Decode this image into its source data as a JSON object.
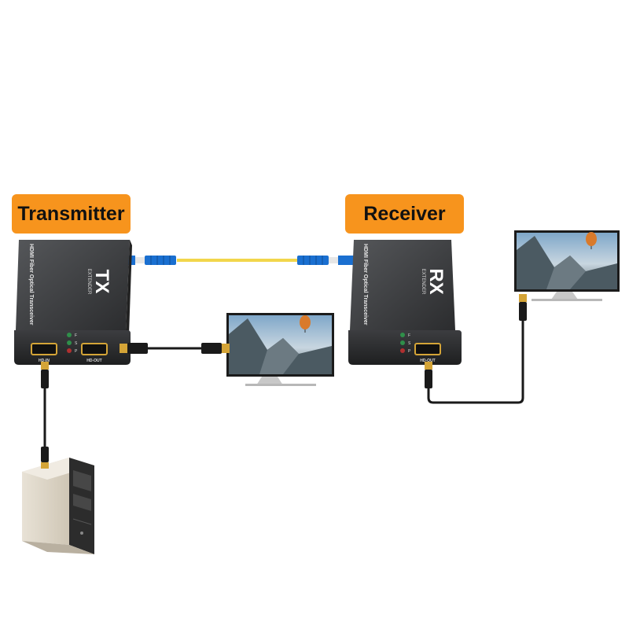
{
  "labels": {
    "transmitter": "Transmitter",
    "receiver": "Receiver"
  },
  "tx_unit": {
    "logo": "TX",
    "logo_sub": "EXTENDER",
    "side_text": "HDMI Fiber Optical Transceiver",
    "port_in": "HD-IN",
    "port_out": "HD-OUT",
    "leds": [
      "F",
      "S",
      "P"
    ]
  },
  "rx_unit": {
    "logo": "RX",
    "logo_sub": "EXTENDER",
    "side_text": "HDMI Fiber Optical Transceiver",
    "port_out": "HD-OUT",
    "leds": [
      "F",
      "S",
      "P"
    ]
  },
  "colors": {
    "badge": "#f7941d",
    "device_body": "#3a3b3d",
    "fiber": "#f2d64b",
    "fiber_connector": "#1a6fd0",
    "cable": "#1a1a1a",
    "hdmi_gold": "#d4a437"
  }
}
